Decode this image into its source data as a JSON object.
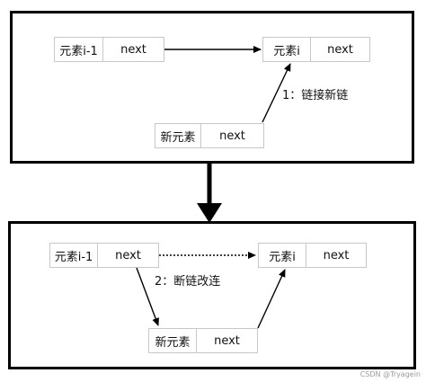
{
  "top_panel": {
    "prev_node": {
      "element": "元素i-1",
      "pointer": "next"
    },
    "target_node": {
      "element": "元素i",
      "pointer": "next"
    },
    "new_node": {
      "element": "新元素",
      "pointer": "next"
    },
    "step_label": "1：链接新链"
  },
  "bottom_panel": {
    "prev_node": {
      "element": "元素i-1",
      "pointer": "next"
    },
    "target_node": {
      "element": "元素i",
      "pointer": "next"
    },
    "new_node": {
      "element": "新元素",
      "pointer": "next"
    },
    "step_label": "2：断链改连"
  },
  "watermark": "CSDN @Tryagein"
}
